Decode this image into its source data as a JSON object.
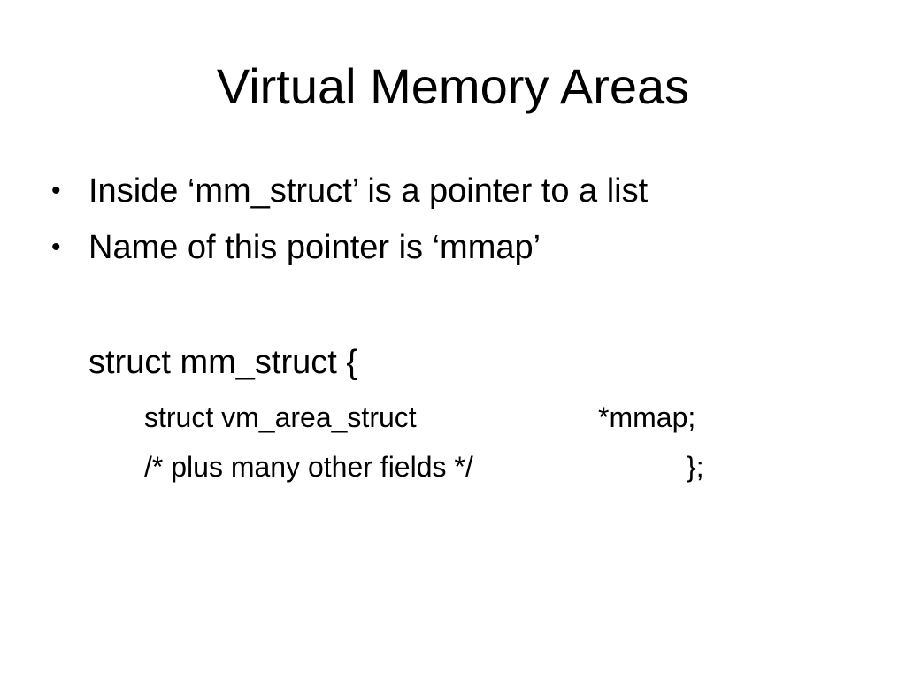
{
  "slide": {
    "title": "Virtual Memory Areas",
    "bullets": [
      {
        "marker": "•",
        "text": "Inside ‘mm_struct’ is a pointer to a list"
      },
      {
        "marker": "•",
        "text": "Name of this pointer is ‘mmap’"
      }
    ],
    "code": {
      "header": "struct mm_struct {",
      "line1_decl": "struct vm_area_struct",
      "line1_member": "*mmap;",
      "line2_comment": "/* plus many other fields */",
      "line2_close": "};"
    }
  }
}
